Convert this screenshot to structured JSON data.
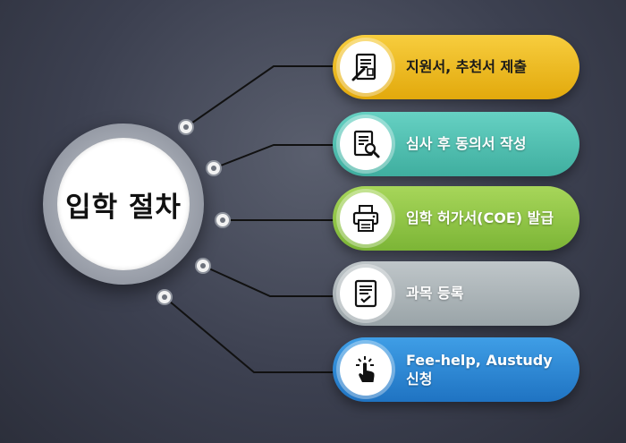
{
  "hub": {
    "title": "입학 절차"
  },
  "steps": [
    {
      "label": "지원서, 추천서 제출",
      "icon": "application-form-icon",
      "color": "#f2c12a"
    },
    {
      "label": "심사 후 동의서 작성",
      "icon": "document-search-icon",
      "color": "#55c3b4"
    },
    {
      "label": "입학 허가서(COE) 발급",
      "icon": "printer-icon",
      "color": "#93c947"
    },
    {
      "label": "과목 등록",
      "icon": "checklist-icon",
      "color": "#b0b8bb"
    },
    {
      "label_line1": "Fee-help, Austudy",
      "label_line2": "신청",
      "icon": "click-hand-icon",
      "color": "#2f88d6"
    }
  ]
}
